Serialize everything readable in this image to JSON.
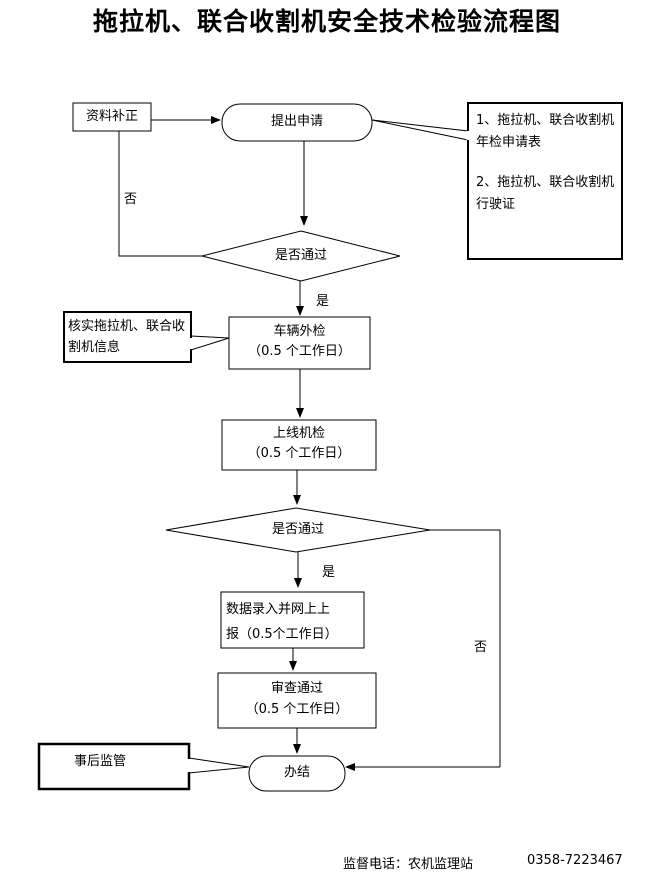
{
  "title": "拖拉机、联合收割机安全技术检验流程图",
  "nodes": {
    "supplement": "资料补正",
    "apply": "提出申请",
    "docs_1": "1、拖拉机、联合收割机年检申请表",
    "docs_2": "2、拖拉机、联合收割机行驶证",
    "check1": "是否通过",
    "verify_note": "核实拖拉机、联合收割机信息",
    "exterior": "车辆外检",
    "exterior_time": "（0.5 个工作日）",
    "online": "上线机检",
    "online_time": "（0.5 个工作日）",
    "check2": "是否通过",
    "data_entry": "数据录入并网上上",
    "data_entry_2": "报（0.5个工作日）",
    "review": "审查通过",
    "review_time": "（0.5 个工作日）",
    "supervise": "事后监管",
    "finish": "办结"
  },
  "labels": {
    "no": "否",
    "yes": "是"
  },
  "footer": {
    "supervision": "监督电话：农机监理站",
    "phone": "0358-7223467"
  }
}
